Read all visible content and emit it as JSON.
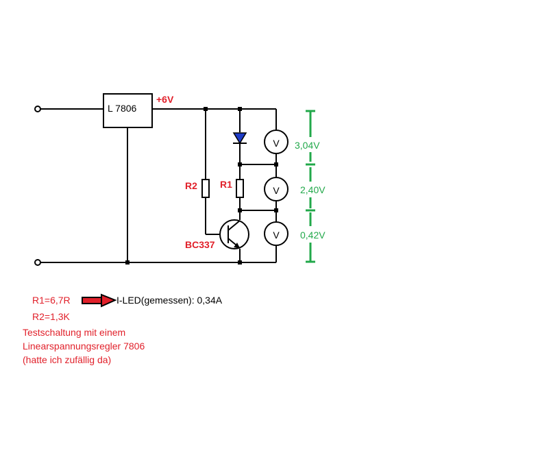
{
  "regulator": {
    "label": "L 7806",
    "output_label": "+6V"
  },
  "resistors": {
    "r1_label": "R1",
    "r2_label": "R2"
  },
  "transistor": {
    "label": "BC337"
  },
  "voltmeter": {
    "symbol": "V"
  },
  "measurements": {
    "v1": "3,04V",
    "v2": "2,40V",
    "v3": "0,42V"
  },
  "values": {
    "r1": "R1=6,7R",
    "r2": "R2=1,3K"
  },
  "result": {
    "text": "I-LED(gemessen): 0,34A"
  },
  "notes": [
    "Testschaltung mit einem",
    "Linearspannungsregler 7806",
    "(hatte ich zufällig da)"
  ],
  "colors": {
    "wire": "#000000",
    "label_red": "#e1202a",
    "measure_green": "#22a84a",
    "led_blue": "#1e3cc8",
    "arrow_fill": "#e1202a"
  }
}
